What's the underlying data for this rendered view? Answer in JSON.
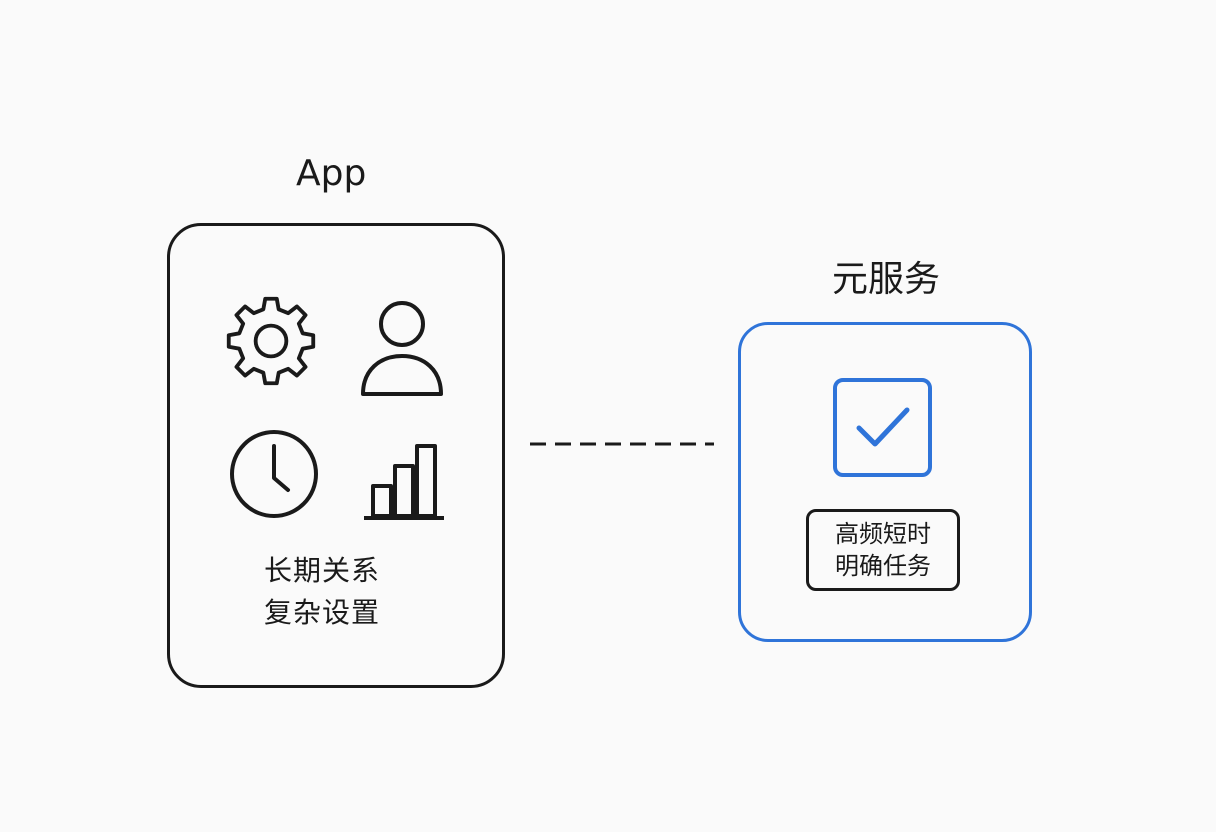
{
  "app": {
    "title": "App",
    "description": [
      "长期关系",
      "复杂设置"
    ],
    "icons": [
      "gear-icon",
      "person-icon",
      "clock-icon",
      "bar-chart-icon"
    ]
  },
  "service": {
    "title": "元服务",
    "icon": "checkbox-check-icon",
    "task": [
      "高频短时",
      "明确任务"
    ]
  },
  "colors": {
    "service_accent": "#2f74d9",
    "stroke": "#1a1a1a",
    "background": "#fafafa"
  }
}
